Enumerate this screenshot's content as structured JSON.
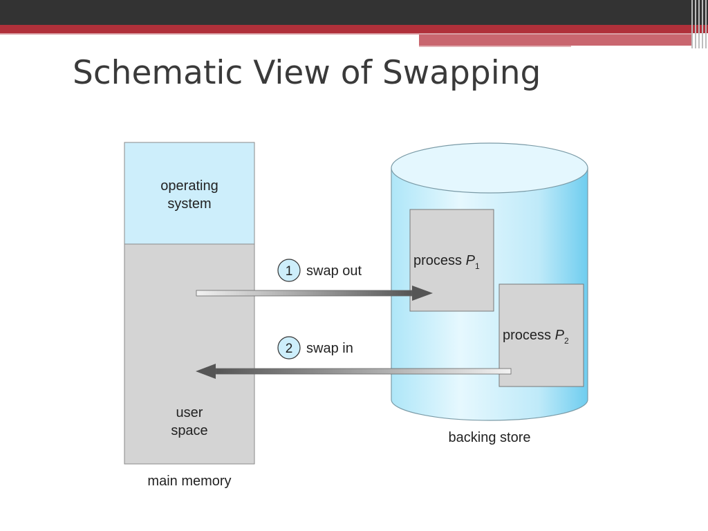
{
  "slide": {
    "title": "Schematic View of Swapping"
  },
  "diagram": {
    "main_memory": {
      "os_label_line1": "operating",
      "os_label_line2": "system",
      "user_label_line1": "user",
      "user_label_line2": "space",
      "caption": "main memory"
    },
    "backing_store": {
      "caption": "backing store",
      "process1": {
        "label": "process ",
        "var": "P",
        "sub": "1"
      },
      "process2": {
        "label": "process ",
        "var": "P",
        "sub": "2"
      }
    },
    "steps": [
      {
        "number": "1",
        "label": "swap out"
      },
      {
        "number": "2",
        "label": "swap in"
      }
    ]
  },
  "colors": {
    "header_dark": "#333333",
    "header_red": "#b0303a",
    "os_fill": "#cdeefb",
    "user_fill": "#d4d4d4",
    "cylinder_light": "#dff5fd",
    "cylinder_dark": "#7fd4f1"
  }
}
